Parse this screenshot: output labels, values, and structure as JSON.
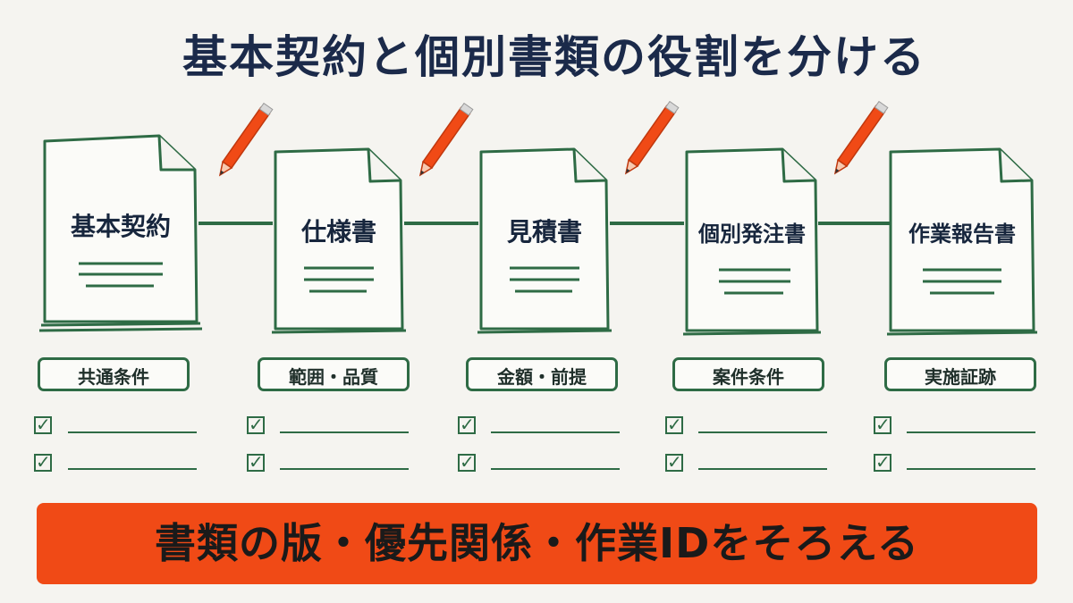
{
  "title": "基本契約と個別書類の役割を分ける",
  "documents": [
    {
      "label": "基本契約",
      "tag": "共通条件"
    },
    {
      "label": "仕様書",
      "tag": "範囲・品質"
    },
    {
      "label": "見積書",
      "tag": "金額・前提"
    },
    {
      "label": "個別発注書",
      "tag": "案件条件"
    },
    {
      "label": "作業報告書",
      "tag": "実施証跡"
    }
  ],
  "icons": {
    "pencil": "pencil-icon",
    "check": "checkbox-icon",
    "document": "document-icon"
  },
  "colors": {
    "accent": "#f04a16",
    "line": "#2e6b45",
    "title": "#1b2a4a"
  },
  "banner": "書類の版・優先関係・作業IDをそろえる"
}
